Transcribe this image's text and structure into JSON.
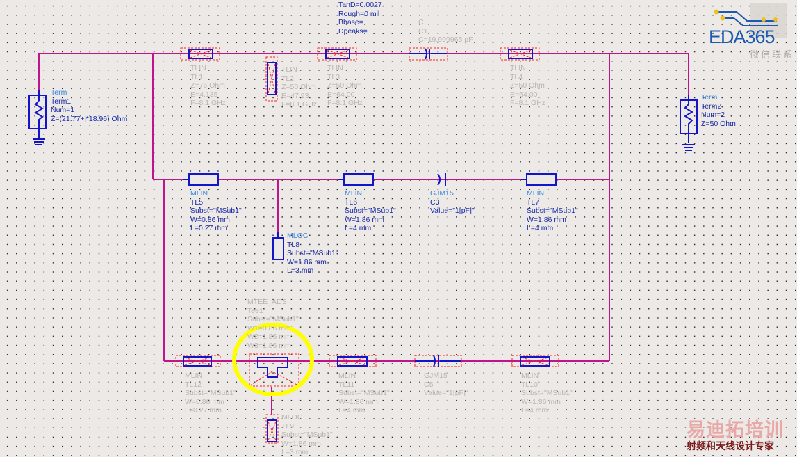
{
  "substrate_params": [
    "TanD=0.0027",
    "Rough=0 mil",
    "Bbase=",
    "Dpeaks="
  ],
  "components": {
    "term1": [
      "Term",
      "Term1",
      "Num=1",
      "Z=(21.77+j*18.96) Ohm"
    ],
    "term2": [
      "Term",
      "Term2",
      "Num=2",
      "Z=50 Ohm"
    ],
    "tl1": [
      "TLIN",
      "TL1",
      "Z=76 Ohm",
      "E=4.135",
      "F=8.1 GHz"
    ],
    "tl2": [
      "TLIN",
      "TL2",
      "Z=50 Ohm",
      "E=47.93",
      "F=8.1 GHz"
    ],
    "tl3": [
      "TLIN",
      "TL3",
      "Z=50 Ohm",
      "E=64.00",
      "F=8.1 GHz"
    ],
    "c1": [
      "C",
      "C1",
      "C=19.999965 pF"
    ],
    "tl4": [
      "TLIN",
      "TL4",
      "Z=50 Ohm",
      "E=64.00",
      "F=8.1 GHz"
    ],
    "tl5": [
      "MLIN",
      "TL5",
      "Subst=\"MSub1\"",
      "W=0.86 mm",
      "L=0.27 mm"
    ],
    "tl6": [
      "MLIN",
      "TL6",
      "Subst=\"MSub1\"",
      "W=1.86 mm",
      "L=4 mm"
    ],
    "c3": [
      "GJM15",
      "C3",
      "Value=\"1[pF]\""
    ],
    "tl7": [
      "MLIN",
      "TL7",
      "Subst=\"MSub1\"",
      "W=1.86 mm",
      "L=4 mm"
    ],
    "tl8": [
      "MLOC",
      "TL8",
      "Subst=\"MSub1\"",
      "W=1.86 mm",
      "L=3 mm"
    ],
    "tee1": [
      "MTEE_ADS",
      "Tee1",
      "Subst=\"MSub1\"",
      "W1=0.86 mm",
      "W2=1.86 mm",
      "W3=1.86 mm"
    ],
    "tl12": [
      "MLIN",
      "TL12",
      "Subst=\"MSub1\"",
      "W=0.86 mm",
      "L=0.27 mm"
    ],
    "tl11": [
      "MLIN",
      "TL11",
      "Subst=\"MSub1\"",
      "W=1.86 mm",
      "L=4 mm"
    ],
    "c5": [
      "GJM15",
      "C5",
      "Value=\"1[pF]\""
    ],
    "tl10": [
      "MLIN",
      "TL10",
      "Subst=\"MSub1\"",
      "W=1.86 mm",
      "L=4 mm"
    ],
    "tl9": [
      "MLOC",
      "TL9",
      "Subst=\"MSub1\"",
      "W=1.86 mm",
      "L=3 mm"
    ]
  },
  "watermarks": {
    "eda_logo": "EDA365",
    "eda_sub": "微信联系",
    "training_title": "易迪拓培训",
    "training_sub": "射频和天线设计专家"
  },
  "colors": {
    "wire": "#c0148c",
    "component": "#1414c8",
    "deactivated": "#ff2020",
    "highlight": "#ffff00"
  }
}
